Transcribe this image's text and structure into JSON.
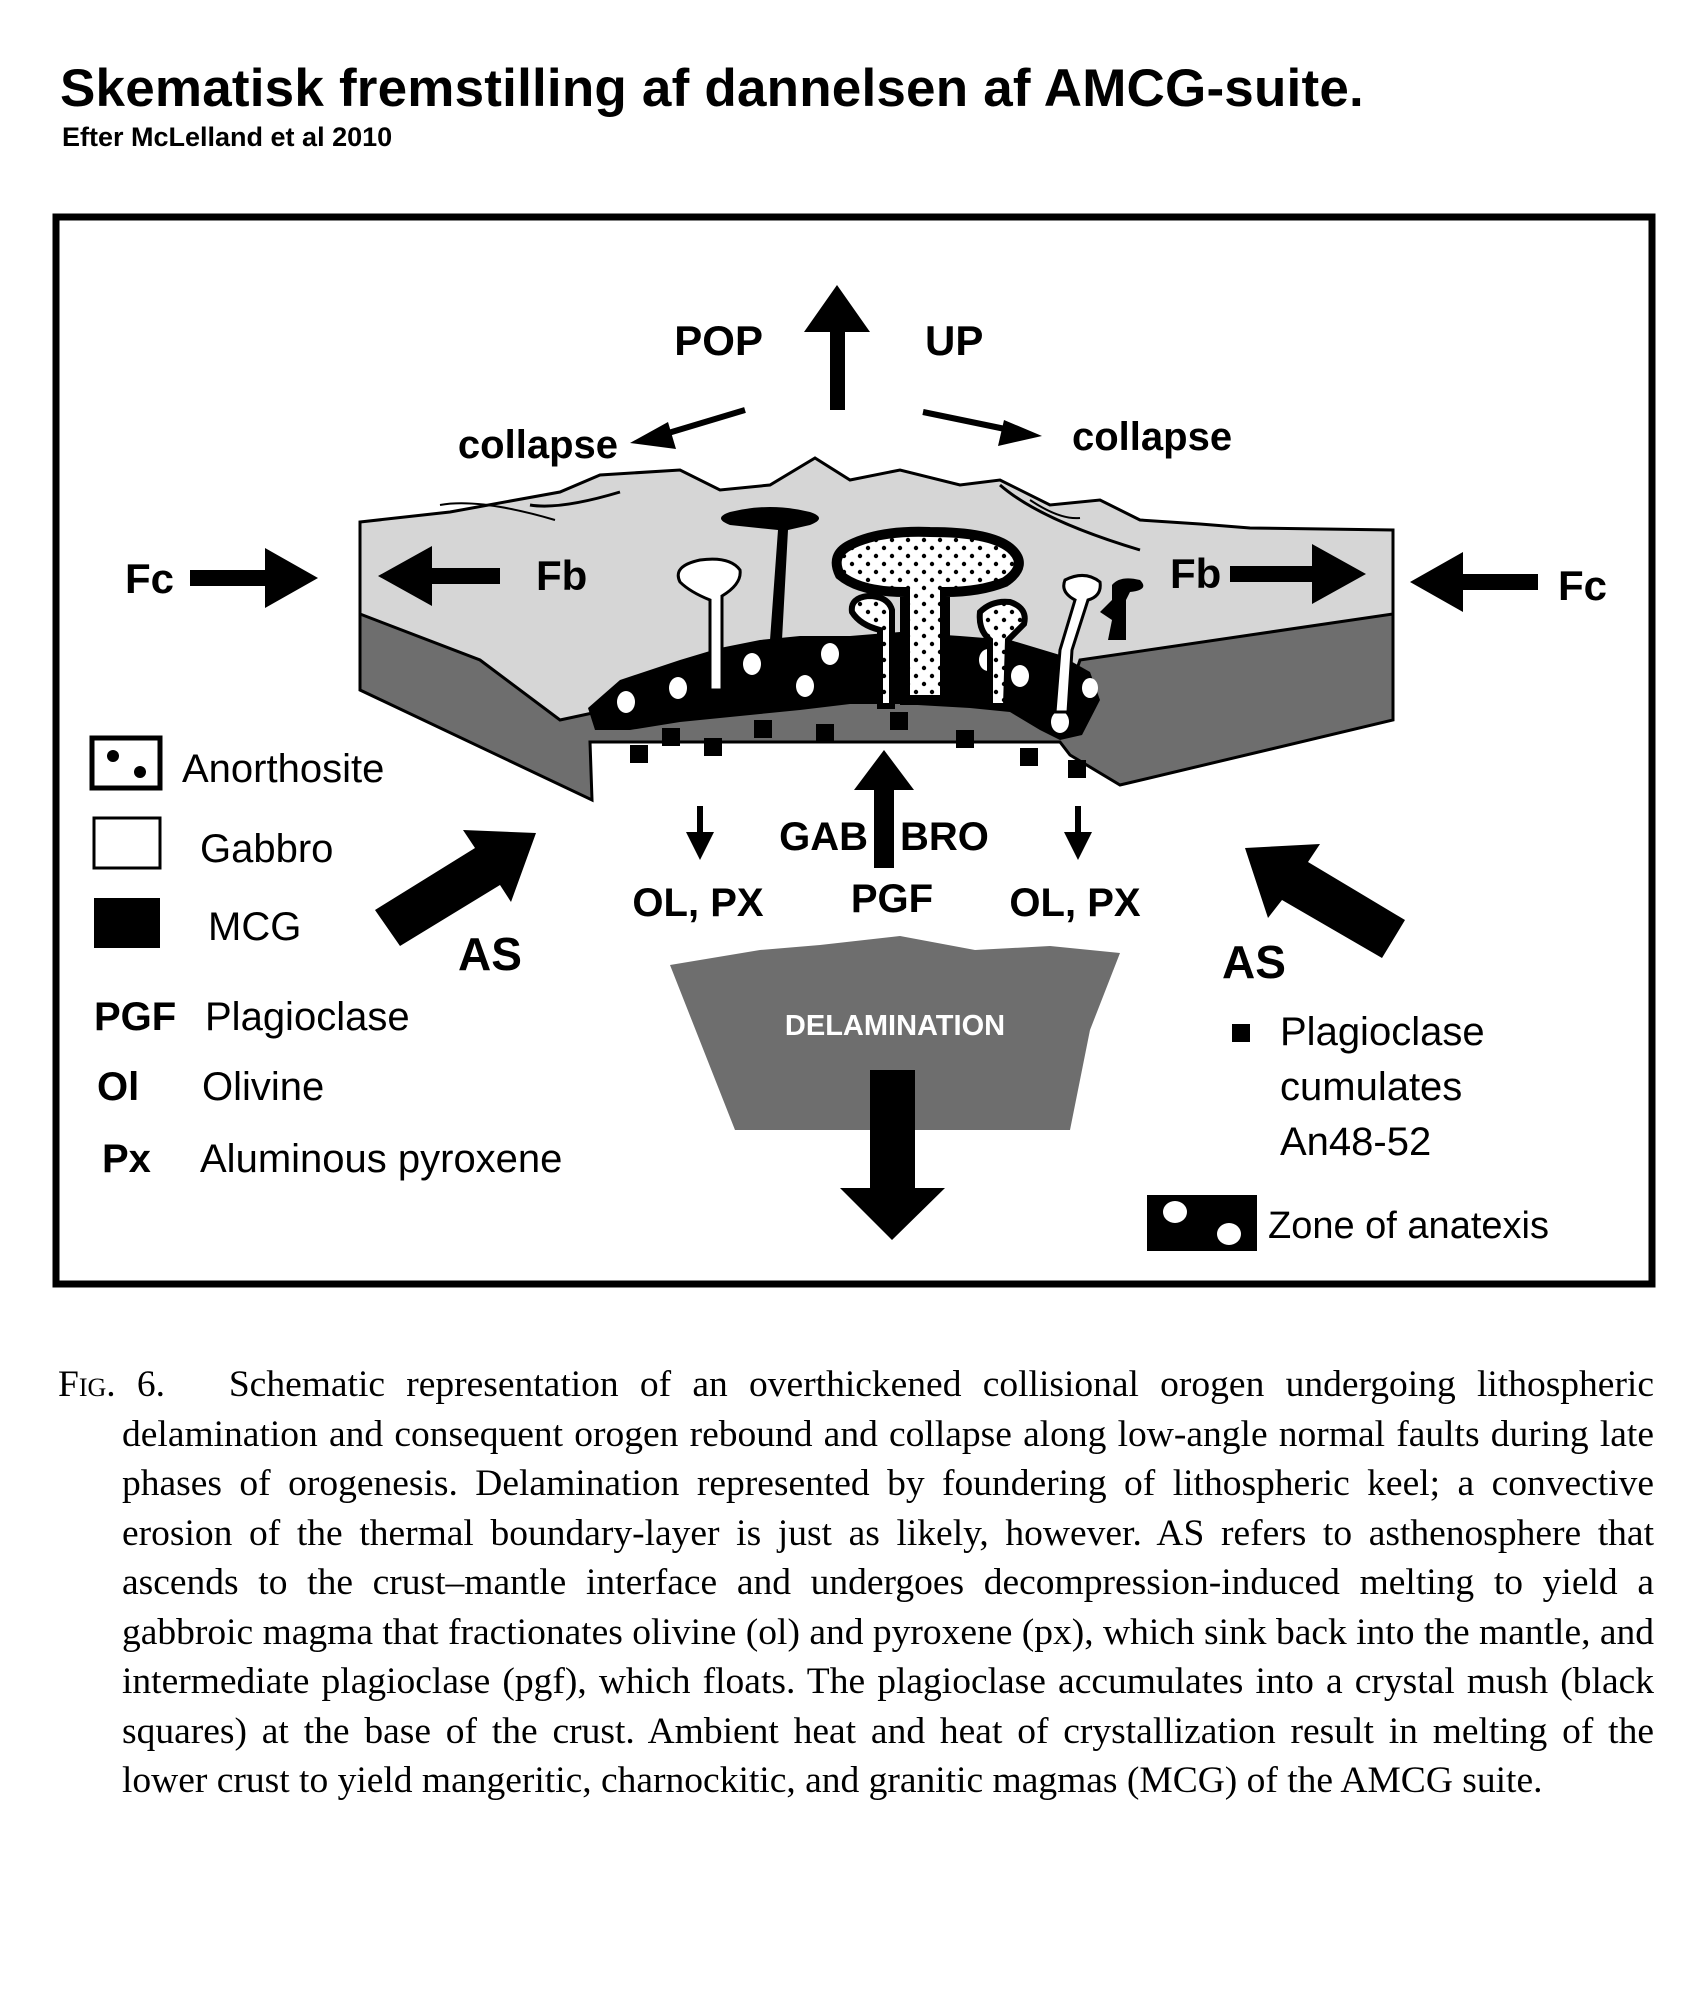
{
  "header": {
    "title": "Skematisk fremstilling af dannelsen af AMCG-suite.",
    "subtitle": "Efter McLelland et al 2010"
  },
  "diagram": {
    "labels": {
      "pop": "POP",
      "up": "UP",
      "collapse_left": "collapse",
      "collapse_right": "collapse",
      "fc_left": "Fc",
      "fc_right": "Fc",
      "fb_left": "Fb",
      "fb_right": "Fb",
      "as_left": "AS",
      "as_right": "AS",
      "gab": "GAB",
      "bro": "BRO",
      "ol_px_left": "OL, PX",
      "ol_px_right": "OL, PX",
      "pgf": "PGF",
      "delamination": "DELAMINATION"
    },
    "legend_left": {
      "anorthosite": "Anorthosite",
      "gabbro": "Gabbro",
      "mcg": "MCG",
      "pgf_abbr": "PGF",
      "pgf_name": "Plagioclase",
      "ol_abbr": "Ol",
      "ol_name": "Olivine",
      "px_abbr": "Px",
      "px_name": "Aluminous pyroxene"
    },
    "legend_right": {
      "plag_line1": "Plagioclase",
      "plag_line2": "cumulates",
      "plag_line3": "An48-52",
      "zone": "Zone of anatexis"
    },
    "colors": {
      "upper_crust": "#d6d6d6",
      "lower_crust": "#6e6e6e",
      "delamination": "#6e6e6e",
      "ink": "#000000"
    }
  },
  "caption": {
    "fig_label": "Fig. 6.",
    "text": "Schematic representation of an overthickened collisional orogen undergoing lithospheric delamination and consequent orogen rebound and collapse along low-angle normal faults during late phases of orogenesis. Delamination represented by foundering of lithospheric keel; a convective erosion of the thermal boundary-layer is just as likely, however. AS refers to asthenosphere that ascends to the crust–mantle interface and undergoes decompression-induced melting to yield a gabbroic magma that fractionates olivine (ol) and pyroxene (px), which sink back into the mantle, and intermediate plagioclase (pgf), which floats. The plagioclase accumulates into a crystal mush (black squares) at the base of the crust. Ambient heat and heat of crystallization result in melting of the lower crust to yield mangeritic, charnockitic, and granitic magmas (MCG) of the AMCG suite."
  }
}
